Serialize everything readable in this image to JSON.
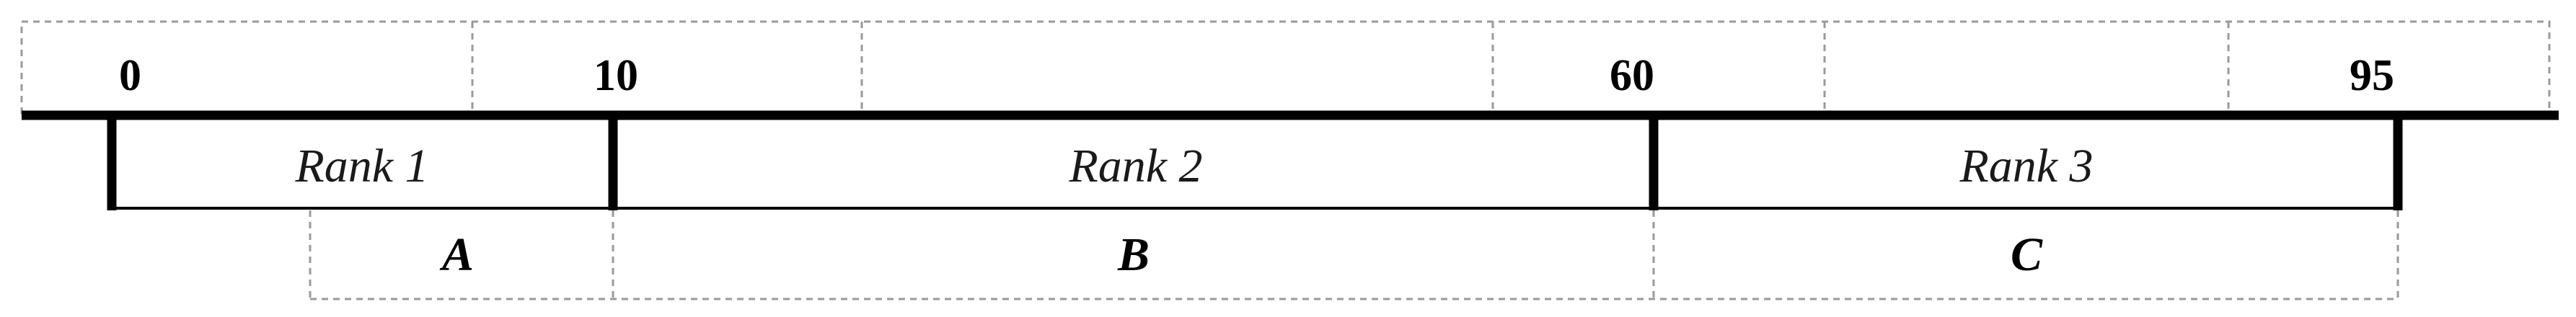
{
  "ticks": {
    "t0": "0",
    "t10": "10",
    "t60": "60",
    "t95": "95"
  },
  "ranks": {
    "rank1": "Rank 1",
    "rank2": "Rank 2",
    "rank3": "Rank 3"
  },
  "groups": {
    "a": "A",
    "b": "B",
    "c": "C"
  }
}
